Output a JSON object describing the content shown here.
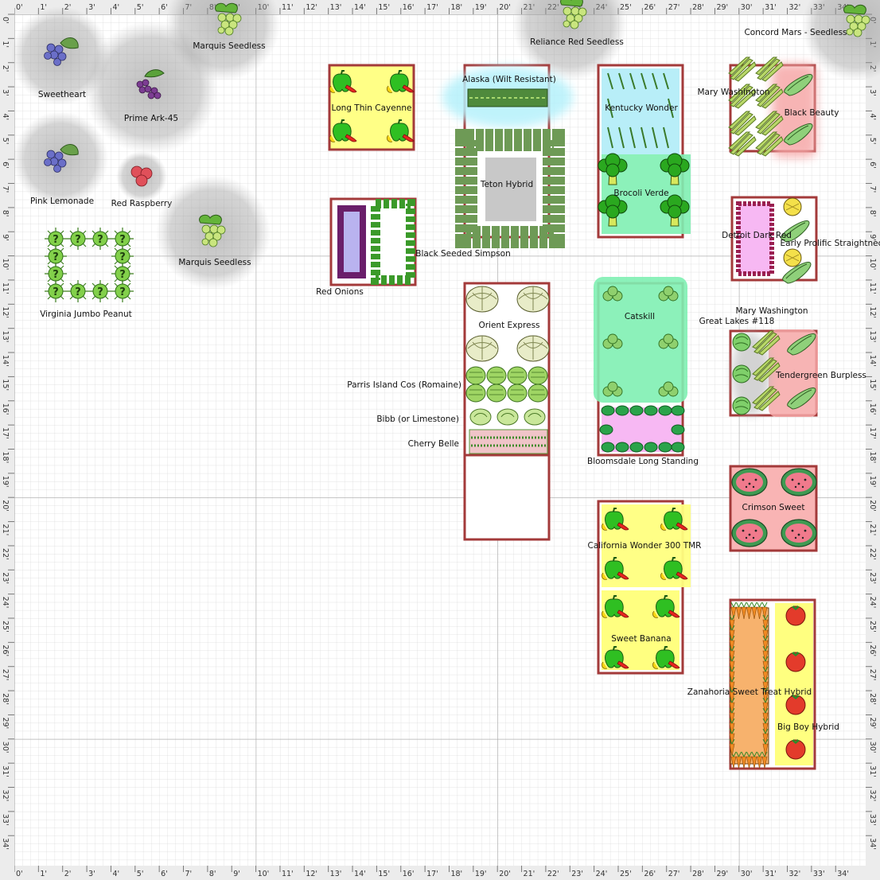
{
  "ruler": {
    "top": [
      "0'",
      "1'",
      "2'",
      "3'",
      "4'",
      "5'",
      "6'",
      "7'",
      "8'",
      "9'",
      "10'",
      "11'",
      "12'",
      "13'",
      "14'",
      "15'",
      "16'",
      "17'",
      "18'",
      "19'",
      "20'",
      "21'",
      "22'",
      "23'",
      "24'",
      "25'",
      "26'",
      "27'",
      "28'",
      "29'",
      "30'",
      "31'",
      "32'",
      "33'",
      "34'"
    ],
    "left": [
      "0'",
      "1'",
      "2'",
      "3'",
      "4'",
      "5'",
      "6'",
      "7'",
      "8'",
      "9'",
      "10'",
      "11'",
      "12'",
      "13'",
      "14'",
      "15'",
      "16'",
      "17'",
      "18'",
      "19'",
      "20'",
      "21'",
      "22'",
      "23'",
      "24'",
      "25'",
      "26'",
      "27'",
      "28'",
      "29'",
      "30'",
      "31'",
      "32'",
      "33'",
      "34'"
    ]
  },
  "plants": {
    "sweetheart": "Sweetheart",
    "prime_ark": "Prime Ark-45",
    "pink_lemonade": "Pink Lemonade",
    "red_raspberry": "Red Raspberry",
    "marquis_top": "Marquis Seedless",
    "marquis_mid": "Marquis Seedless",
    "reliance": "Reliance Red Seedless",
    "concord": "Concord Mars - Seedless",
    "peanut": "Virginia Jumbo Peanut",
    "cayenne": "Long Thin Cayenne",
    "red_onions": "Red Onions",
    "black_seeded": "Black Seeded Simpson",
    "alaska": "Alaska (Wilt Resistant)",
    "teton": "Teton Hybrid",
    "kentucky": "Kentucky Wonder",
    "brocoli": "Brocoli Verde",
    "orient": "Orient Express",
    "parris": "Parris Island Cos (Romaine)",
    "bibb": "Bibb (or Limestone)",
    "cherry_belle": "Cherry Belle",
    "catskill": "Catskill",
    "bloomsdale": "Bloomsdale Long Standing",
    "california": "California Wonder 300 TMR",
    "sweet_banana": "Sweet Banana",
    "mary_top": "Mary Washington",
    "black_beauty": "Black Beauty",
    "detroit": "Detroit Dark Red",
    "early_prolific": "Early Prolific Straightneck",
    "mary_mid": "Mary Washington",
    "great_lakes": "Great Lakes #118",
    "tendergreen": "Tendergreen Burpless",
    "crimson": "Crimson Sweet",
    "zanahoria": "Zanahoria Sweet Treat Hybrid",
    "big_boy": "Big Boy Hybrid"
  },
  "colors": {
    "bed_border": "#a33a3a",
    "grid_minor": "#d9d9d9",
    "grid_major": "#a9a9a9",
    "pepper_fill": "#ffff80",
    "carrot_fill": "#f7b26d",
    "green_fill": "#7ff0b2",
    "blue_fill": "#b8eef8",
    "pink_fill": "#f6a7a7",
    "violet_fill": "#f7b8f3",
    "canopy": "#9c9c9c"
  },
  "icons": {
    "fruit_tree": "berry-cluster-icon",
    "grape": "grape-icon",
    "pepper": "pepper-icon",
    "lettuce": "lettuce-icon",
    "broccoli": "broccoli-icon",
    "cabbage": "cabbage-icon",
    "asparagus": "asparagus-icon",
    "zucchini": "zucchini-icon",
    "watermelon": "watermelon-icon",
    "tomato": "tomato-icon",
    "carrot": "carrot-icon",
    "peanut": "peanut-icon"
  }
}
